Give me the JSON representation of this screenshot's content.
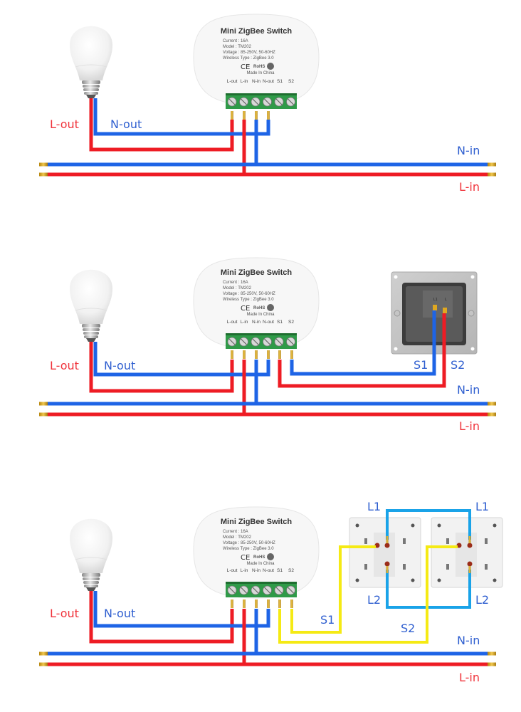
{
  "colors": {
    "live": "#ee1c24",
    "neutral": "#1e64e6",
    "switch_wire": "#f5ea14",
    "traveler": "#1aa3e8",
    "terminal_block": "#2e9b4a",
    "label_red": "#f0343c",
    "label_blue": "#2f5fd0"
  },
  "device": {
    "title": "Mini ZigBee Switch",
    "specs": [
      "Current :  16A",
      "Model :  TM202",
      "Voltage :  85-250V, 50-60HZ",
      "Wireless Type :  ZigBee 3.0"
    ],
    "ce_mark": "CE",
    "rohs": "RoHS",
    "made_in": "Made In China",
    "terminals": [
      "L-out",
      "L-in",
      "N-in",
      "N-out",
      "S1",
      "S2"
    ]
  },
  "diagrams": [
    {
      "name": "no-external-switch",
      "labels": {
        "l_out": "L-out",
        "n_out": "N-out",
        "n_in": "N-in",
        "l_in": "L-in"
      }
    },
    {
      "name": "single-switch",
      "labels": {
        "l_out": "L-out",
        "n_out": "N-out",
        "n_in": "N-in",
        "l_in": "L-in",
        "s1": "S1",
        "s2": "S2"
      },
      "switch_terminals": [
        "L1",
        "L"
      ]
    },
    {
      "name": "two-way-switches",
      "labels": {
        "l_out": "L-out",
        "n_out": "N-out",
        "n_in": "N-in",
        "l_in": "L-in",
        "s1": "S1",
        "s2": "S2",
        "l1_left": "L1",
        "l1_right": "L1",
        "l2_left": "L2",
        "l2_right": "L2"
      }
    }
  ]
}
